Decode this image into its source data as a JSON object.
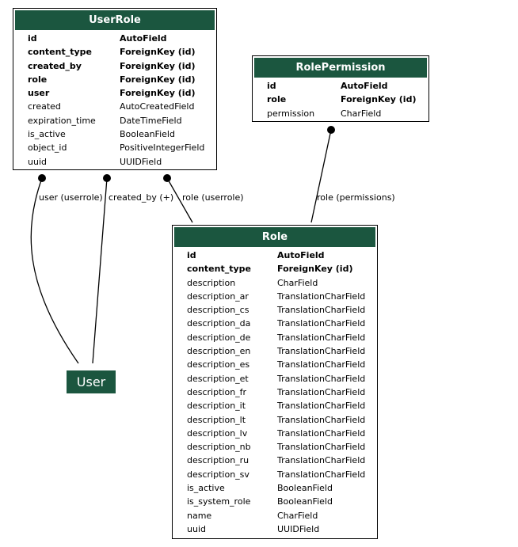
{
  "models": {
    "userrole": {
      "title": "UserRole",
      "fields": [
        {
          "name": "id",
          "type": "AutoField",
          "key": true
        },
        {
          "name": "content_type",
          "type": "ForeignKey (id)",
          "key": true
        },
        {
          "name": "created_by",
          "type": "ForeignKey (id)",
          "key": true
        },
        {
          "name": "role",
          "type": "ForeignKey (id)",
          "key": true
        },
        {
          "name": "user",
          "type": "ForeignKey (id)",
          "key": true
        },
        {
          "name": "created",
          "type": "AutoCreatedField",
          "key": false
        },
        {
          "name": "expiration_time",
          "type": "DateTimeField",
          "key": false
        },
        {
          "name": "is_active",
          "type": "BooleanField",
          "key": false
        },
        {
          "name": "object_id",
          "type": "PositiveIntegerField",
          "key": false
        },
        {
          "name": "uuid",
          "type": "UUIDField",
          "key": false
        }
      ]
    },
    "rolepermission": {
      "title": "RolePermission",
      "fields": [
        {
          "name": "id",
          "type": "AutoField",
          "key": true
        },
        {
          "name": "role",
          "type": "ForeignKey (id)",
          "key": true
        },
        {
          "name": "permission",
          "type": "CharField",
          "key": false
        }
      ]
    },
    "role": {
      "title": "Role",
      "fields": [
        {
          "name": "id",
          "type": "AutoField",
          "key": true
        },
        {
          "name": "content_type",
          "type": "ForeignKey (id)",
          "key": true
        },
        {
          "name": "description",
          "type": "CharField",
          "key": false
        },
        {
          "name": "description_ar",
          "type": "TranslationCharField",
          "key": false
        },
        {
          "name": "description_cs",
          "type": "TranslationCharField",
          "key": false
        },
        {
          "name": "description_da",
          "type": "TranslationCharField",
          "key": false
        },
        {
          "name": "description_de",
          "type": "TranslationCharField",
          "key": false
        },
        {
          "name": "description_en",
          "type": "TranslationCharField",
          "key": false
        },
        {
          "name": "description_es",
          "type": "TranslationCharField",
          "key": false
        },
        {
          "name": "description_et",
          "type": "TranslationCharField",
          "key": false
        },
        {
          "name": "description_fr",
          "type": "TranslationCharField",
          "key": false
        },
        {
          "name": "description_it",
          "type": "TranslationCharField",
          "key": false
        },
        {
          "name": "description_lt",
          "type": "TranslationCharField",
          "key": false
        },
        {
          "name": "description_lv",
          "type": "TranslationCharField",
          "key": false
        },
        {
          "name": "description_nb",
          "type": "TranslationCharField",
          "key": false
        },
        {
          "name": "description_ru",
          "type": "TranslationCharField",
          "key": false
        },
        {
          "name": "description_sv",
          "type": "TranslationCharField",
          "key": false
        },
        {
          "name": "is_active",
          "type": "BooleanField",
          "key": false
        },
        {
          "name": "is_system_role",
          "type": "BooleanField",
          "key": false
        },
        {
          "name": "name",
          "type": "CharField",
          "key": false
        },
        {
          "name": "uuid",
          "type": "UUIDField",
          "key": false
        }
      ]
    },
    "user": {
      "title": "User"
    }
  },
  "edges": [
    {
      "from": "UserRole",
      "to": "User",
      "label": "user (userrole)"
    },
    {
      "from": "UserRole",
      "to": "User",
      "label": "created_by (+)"
    },
    {
      "from": "UserRole",
      "to": "Role",
      "label": "role (userrole)"
    },
    {
      "from": "RolePermission",
      "to": "Role",
      "label": "role (permissions)"
    }
  ],
  "colors": {
    "header_bg": "#1b563f",
    "header_text": "#ffffff",
    "line": "#000000"
  }
}
